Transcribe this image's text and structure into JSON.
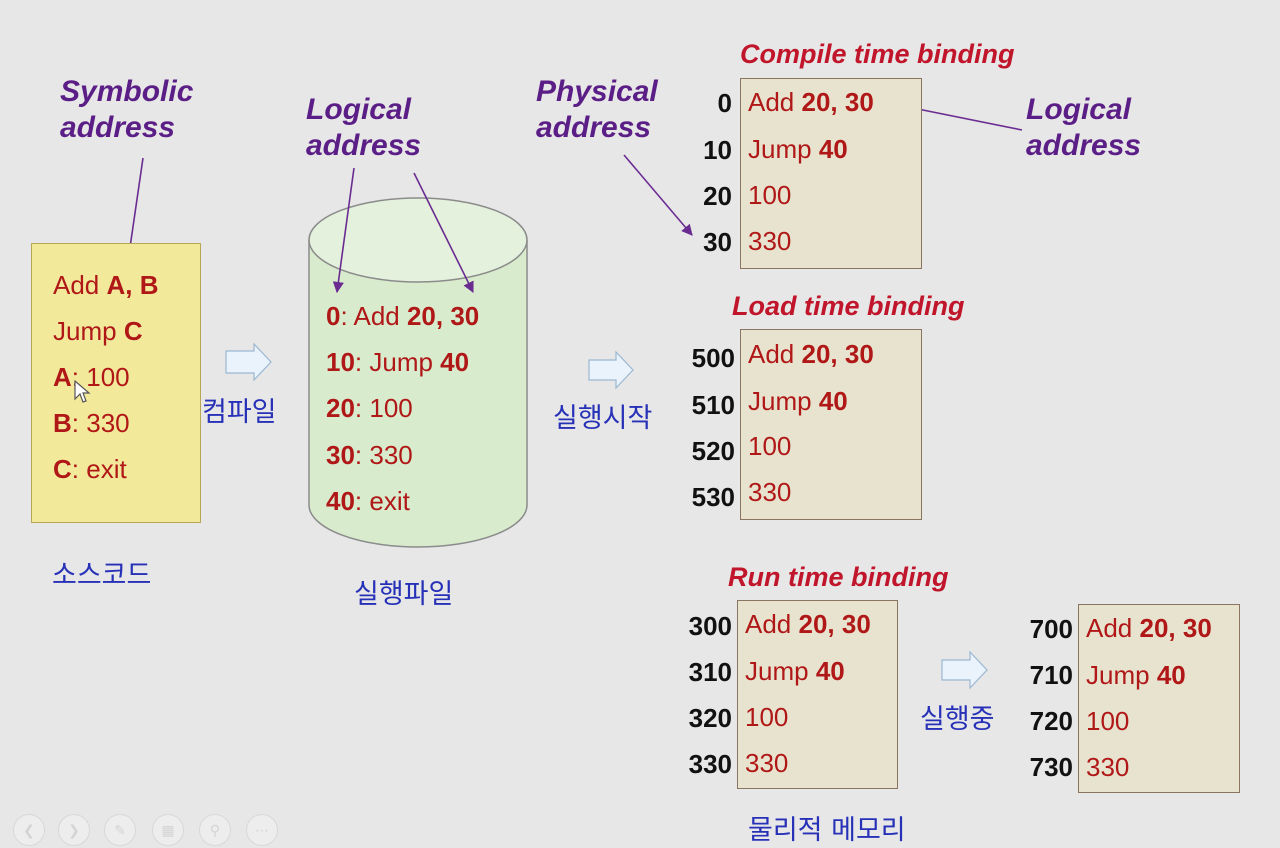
{
  "labels": {
    "symbolic_address": [
      "Symbolic",
      "address"
    ],
    "logical_address_mid": [
      "Logical",
      "address"
    ],
    "physical_address": [
      "Physical",
      "address"
    ],
    "logical_address_right": [
      "Logical",
      "address"
    ]
  },
  "source_code": {
    "lines": [
      {
        "bold": "Add ",
        "rest": "A, B",
        "prefix": true
      },
      {
        "bold": "Jump ",
        "rest": "C",
        "prefix": true
      },
      {
        "bold": "A",
        "rest": ": 100",
        "prefix": false
      },
      {
        "bold": "B",
        "rest": ": 330",
        "prefix": false
      },
      {
        "bold": "C",
        "rest": ": exit",
        "prefix": false
      }
    ],
    "caption": "소스코드"
  },
  "compile_label": "컴파일",
  "executable": {
    "lines": [
      {
        "num": "0",
        "text": ": Add ",
        "bold_tail": "20, 30"
      },
      {
        "num": "10",
        "text": ": Jump ",
        "bold_tail": "40"
      },
      {
        "num": "20",
        "text": ": 100",
        "bold_tail": ""
      },
      {
        "num": "30",
        "text": ": 330",
        "bold_tail": ""
      },
      {
        "num": "40",
        "text": ": exit",
        "bold_tail": ""
      }
    ],
    "caption": "실행파일"
  },
  "run_start_label": "실행시작",
  "running_label": "실행중",
  "physical_memory_caption": "물리적 메모리",
  "bindings": {
    "compile": {
      "title": "Compile time binding",
      "addresses": [
        "0",
        "10",
        "20",
        "30"
      ]
    },
    "load": {
      "title": "Load time binding",
      "addresses": [
        "500",
        "510",
        "520",
        "530"
      ]
    },
    "run": {
      "title": "Run time binding",
      "addresses": [
        "300",
        "310",
        "320",
        "330"
      ]
    },
    "run_moved": {
      "addresses": [
        "700",
        "710",
        "720",
        "730"
      ]
    }
  },
  "memory_instructions": [
    {
      "plain": "Add  ",
      "bold": "20, 30"
    },
    {
      "plain": "Jump ",
      "bold": "40"
    },
    {
      "plain": "100",
      "bold": ""
    },
    {
      "plain": "330",
      "bold": ""
    }
  ]
}
